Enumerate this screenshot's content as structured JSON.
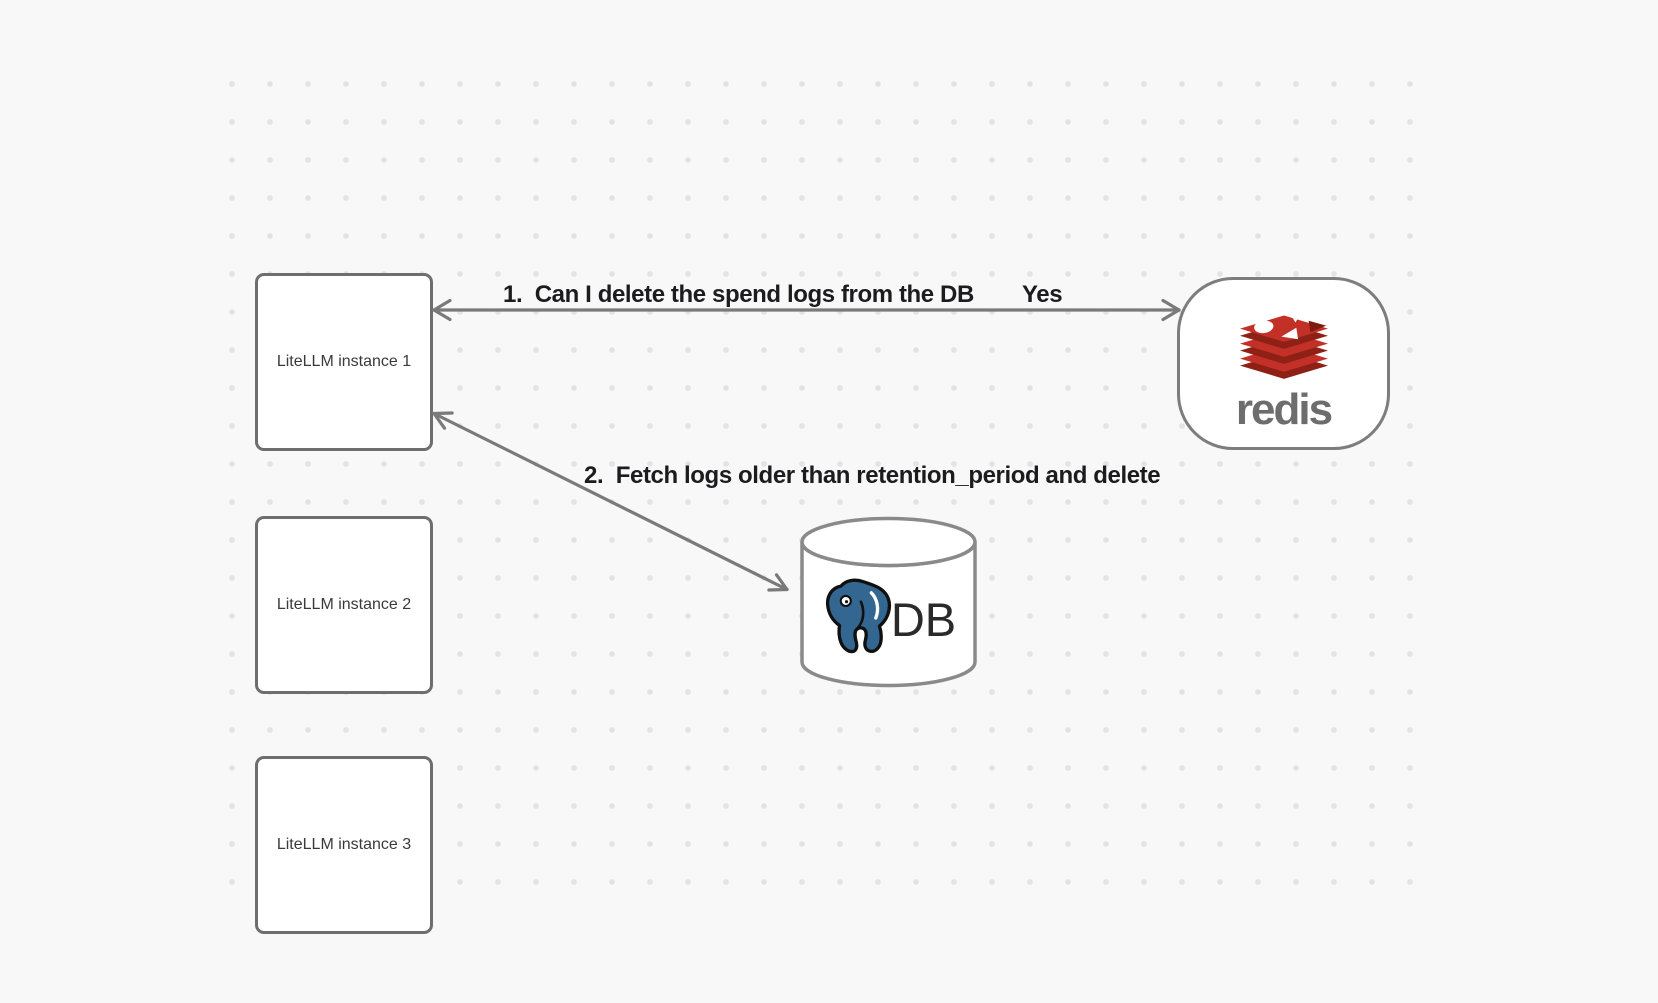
{
  "canvas": {
    "background": "#f8f8f8",
    "dot_color": "#e3e3e4"
  },
  "nodes": {
    "litellm_instances": [
      {
        "label": "LiteLLM instance 1"
      },
      {
        "label": "LiteLLM instance 2"
      },
      {
        "label": "LiteLLM instance 3"
      }
    ],
    "redis": {
      "label": "redis",
      "icon": "redis-logo",
      "brand_red": "#c23028",
      "brand_red_dark": "#8f2015",
      "wordmark_color": "#6d6d6d"
    },
    "db": {
      "label": "DB",
      "icon": "postgresql-logo",
      "postgres_blue": "#336791"
    }
  },
  "edges": [
    {
      "from": "redis",
      "to": "LiteLLM instance 1",
      "label": "1.  Can I delete the spend logs from the DB",
      "response": "Yes",
      "direction": "bidirectional",
      "color": "#7a7a7a"
    },
    {
      "from": "LiteLLM instance 1",
      "to": "DB",
      "label": "2.  Fetch logs older than retention_period and delete",
      "direction": "bidirectional",
      "color": "#7a7a7a"
    }
  ]
}
